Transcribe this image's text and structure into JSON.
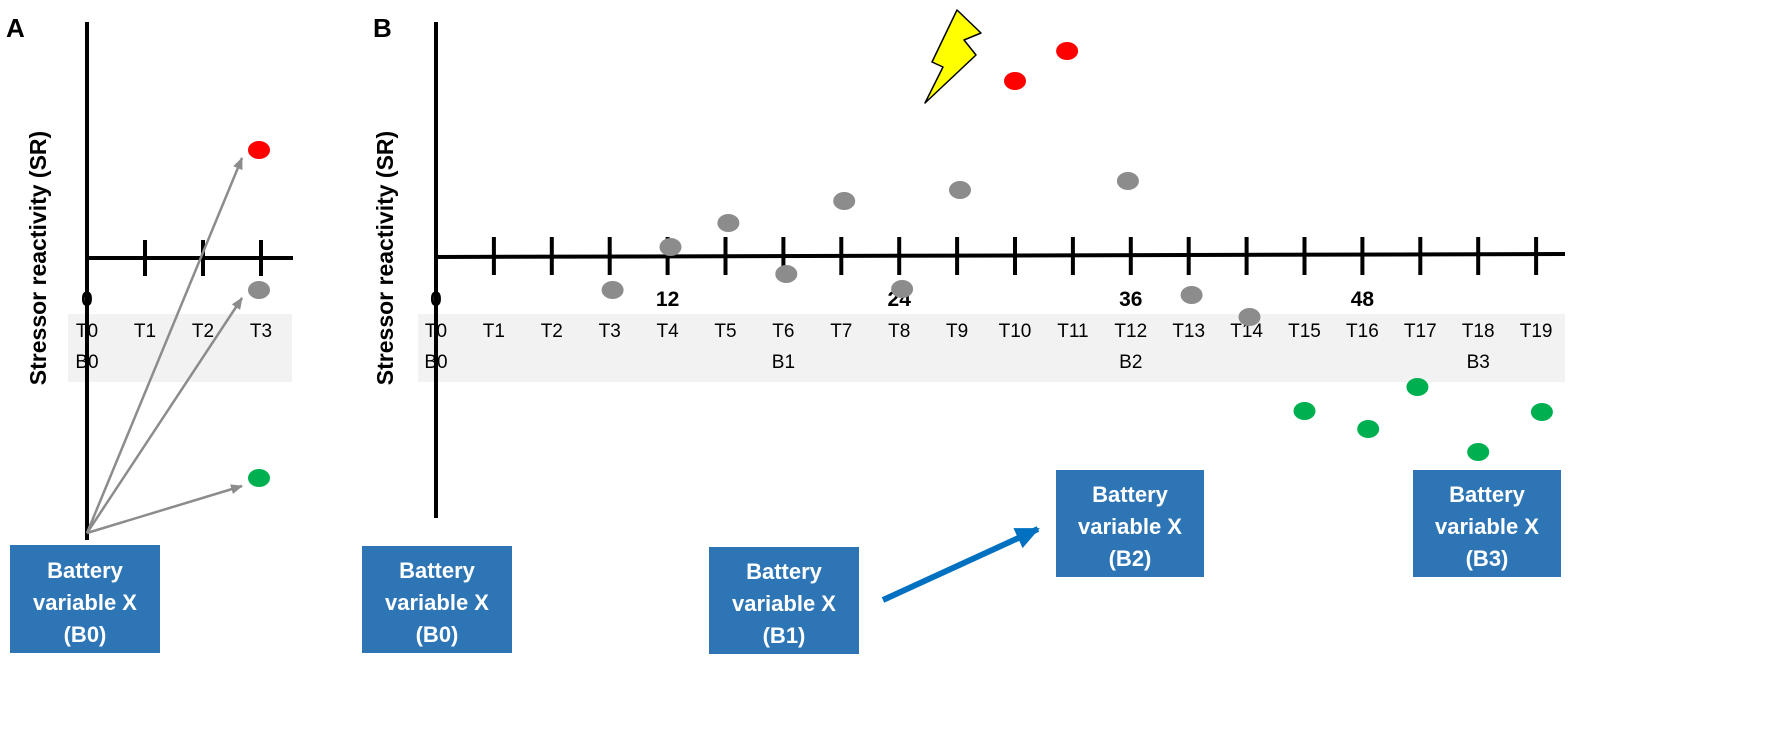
{
  "panels": {
    "a": {
      "letter": "A",
      "ylabel": "Stressor reactivity (SR)",
      "origin_label": "0",
      "time_labels": [
        "T0",
        "T1",
        "T2",
        "T3"
      ],
      "batteries": [
        {
          "time_index": 0,
          "label": "B0"
        }
      ],
      "box_lines": [
        "Battery",
        "variable X",
        "(B0)"
      ],
      "dots": [
        {
          "time_index": 3,
          "level": "high",
          "color": "red"
        },
        {
          "time_index": 3,
          "level": "mid",
          "color": "gray"
        },
        {
          "time_index": 3,
          "level": "low",
          "color": "green"
        }
      ]
    },
    "b": {
      "letter": "B",
      "ylabel": "Stressor reactivity (SR)",
      "origin_label": "0",
      "hour_marks": [
        {
          "time_index": 4,
          "label": "12"
        },
        {
          "time_index": 8,
          "label": "24"
        },
        {
          "time_index": 12,
          "label": "36"
        },
        {
          "time_index": 16,
          "label": "48"
        }
      ],
      "time_labels": [
        "T0",
        "T1",
        "T2",
        "T3",
        "T4",
        "T5",
        "T6",
        "T7",
        "T8",
        "T9",
        "T10",
        "T11",
        "T12",
        "T13",
        "T14",
        "T15",
        "T16",
        "T17",
        "T18",
        "T19"
      ],
      "batteries": [
        {
          "time_index": 0,
          "label": "B0"
        },
        {
          "time_index": 6,
          "label": "B1"
        },
        {
          "time_index": 12,
          "label": "B2"
        },
        {
          "time_index": 18,
          "label": "B3"
        }
      ],
      "boxes": [
        {
          "id": "b0",
          "lines": [
            "Battery",
            "variable X",
            "(B0)"
          ]
        },
        {
          "id": "b1",
          "lines": [
            "Battery",
            "variable X",
            "(B1)"
          ]
        },
        {
          "id": "b2",
          "lines": [
            "Battery",
            "variable X",
            "(B2)"
          ]
        },
        {
          "id": "b3",
          "lines": [
            "Battery",
            "variable X",
            "(B3)"
          ]
        }
      ]
    }
  },
  "colors": {
    "red": "#ff0000",
    "gray": "#8c8c8c",
    "green": "#00b050",
    "box": "#2e75b6",
    "arrow_blue": "#0070c0",
    "band": "#f2f2f2",
    "bolt": "#ffff00"
  },
  "icons": {
    "stressor": "lightning-bolt-icon"
  }
}
